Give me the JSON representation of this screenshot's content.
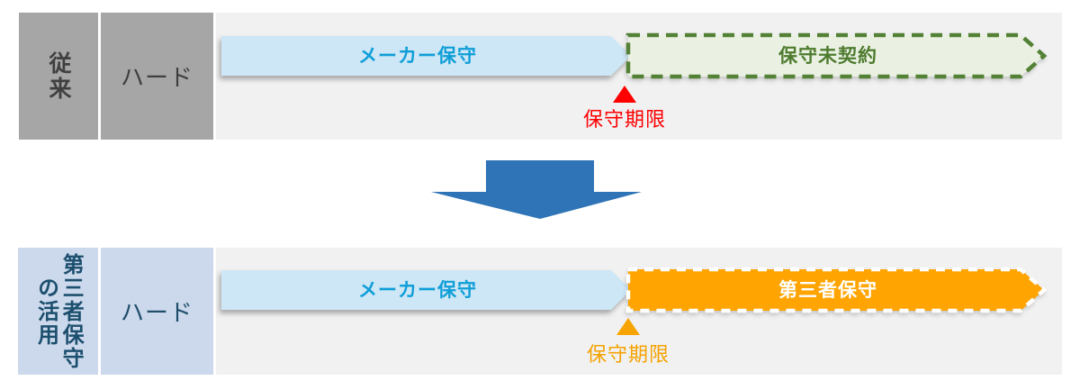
{
  "diagram": {
    "top_row": {
      "category_label": "従来",
      "hardware_label": "ハード",
      "maker_bar_label": "メーカー保守",
      "uncontracted_bar_label": "保守未契約",
      "deadline_label": "保守期限"
    },
    "bottom_row": {
      "category_label_line1": "第三者保守",
      "category_label_line2": "の活用",
      "hardware_label": "ハード",
      "maker_bar_label": "メーカー保守",
      "third_party_bar_label": "第三者保守",
      "deadline_label": "保守期限"
    }
  },
  "colors": {
    "gray_box": "#a6a6a6",
    "lavender_box": "#ccd9ec",
    "track_band": "#f1f1f2",
    "maker_bar_fill": "#cde7f6",
    "maker_bar_text": "#0f9ed8",
    "green_bar_fill": "#eaf1e2",
    "green_bar_border": "#538135",
    "orange_bar_fill": "#ffa400",
    "orange_bar_border": "#ffffff",
    "deadline_red": "#fe0000",
    "deadline_orange": "#f5a200",
    "transition_arrow_blue": "#2e74b6"
  }
}
